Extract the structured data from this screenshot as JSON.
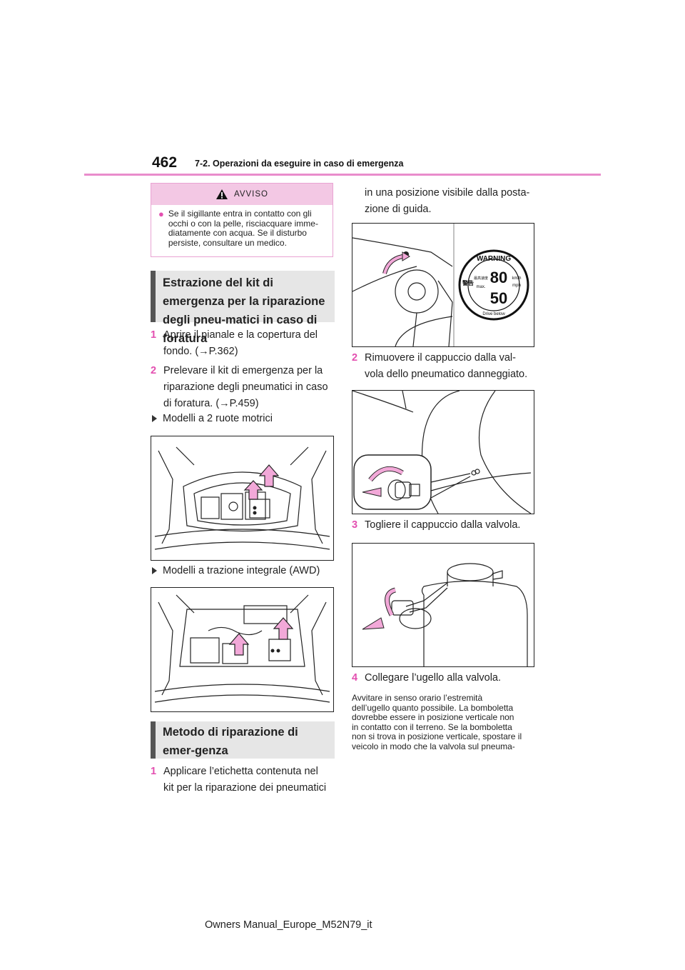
{
  "header": {
    "page_number": "462",
    "section_title": "7-2. Operazioni da eseguire in caso di emergenza"
  },
  "warning": {
    "title": "AVVISO",
    "text": "Se il sigillante entra in contatto con gli occhi o con la pelle, risciacquare imme-diatamente con acqua. Se il disturbo persiste, consultare un medico."
  },
  "sections": {
    "heading1": "Estrazione del kit di emergenza per la riparazione degli pneu-matici in caso di foratura",
    "heading2": "Metodo di riparazione di emer-genza"
  },
  "left_steps": [
    {
      "num": "1",
      "line1": "Aprire il pianale e la copertura del",
      "line2": "fondo. (→P.362)"
    },
    {
      "num": "2",
      "line1": "Prelevare il kit di emergenza per la",
      "line2": "riparazione degli pneumatici in caso",
      "line3": "di foratura. (→P.459)"
    }
  ],
  "model_labels": {
    "two_wd": "Modelli a 2 ruote motrici",
    "awd": "Modelli a trazione integrale (AWD)"
  },
  "repair_step1": {
    "num": "1",
    "line1": "Applicare l’etichetta contenuta nel",
    "line2": "kit per la riparazione dei pneumatici",
    "line3": "in una posizione visibile dalla posta-",
    "line4": "zione di guida."
  },
  "label_sticker": {
    "word": "WARNING",
    "speed_top": "80",
    "speed_bottom": "50",
    "unit_top": "km/h",
    "unit_bottom": "mph",
    "kanji_top": "最高速度",
    "kanji_bottom": "max.",
    "warning_kanji": "警告",
    "ring_text": "Drive below"
  },
  "right_steps": [
    {
      "num": "2",
      "line1": "Rimuovere il cappuccio dalla val-",
      "line2": "vola dello pneumatico danneggiato."
    },
    {
      "num": "3",
      "line1": "Togliere il cappuccio dalla valvola."
    },
    {
      "num": "4",
      "line1": "Collegare l’ugello alla valvola."
    }
  ],
  "note_lines": [
    "Avvitare in senso orario l’estremità",
    "dell’ugello quanto possibile. La bomboletta",
    "dovrebbe essere in posizione verticale non",
    "in contatto con il terreno. Se la bomboletta",
    "non si trova in posizione verticale, spostare il",
    "veicolo in modo che la valvola sul pneuma-"
  ],
  "footer": "Owners Manual_Europe_M52N79_it",
  "colors": {
    "accent": "#e34fb0",
    "rule": "#e98ccc",
    "warning_bg": "#f3c8e4",
    "heading_bg": "#e6e6e6",
    "arrow_fill": "#f2a8d8"
  }
}
